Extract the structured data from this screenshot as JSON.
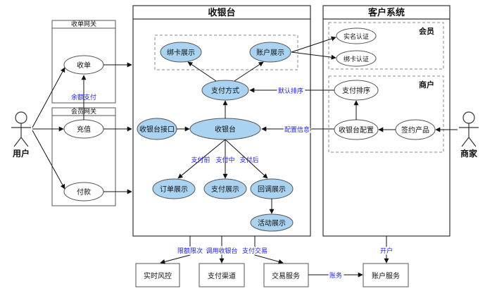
{
  "user": {
    "label": "用户"
  },
  "merchant": {
    "label": "商家"
  },
  "gateways": {
    "order": {
      "title": "收单网关",
      "node": "收单"
    },
    "member": {
      "title": "会员网关",
      "node": "充值"
    },
    "payment_node": "付款",
    "balance_pay": "余额支付"
  },
  "cashier": {
    "title": "收银台",
    "bind_card_display": "绑卡展示",
    "account_display": "账户展示",
    "payment_method": "支付方式",
    "cashier_node": "收银台",
    "cashier_interface": "收银台接口",
    "before_pay": "支付前",
    "during_pay": "支付中",
    "after_pay": "支付后",
    "order_display": "订单展示",
    "payment_display": "支付展示",
    "callback_display": "回调展示",
    "activity_display": "活动展示"
  },
  "customer_system": {
    "title": "客户系统",
    "member": {
      "title": "会员",
      "real_name_auth": "实名认证",
      "bind_card_auth": "绑卡认证"
    },
    "merchant": {
      "title": "商户",
      "payment_sort": "支付排序",
      "cashier_config": "收银台配置",
      "sign_product": "签约产品"
    }
  },
  "edge_labels": {
    "default_sort": "默认排序",
    "config_info": "配置信息",
    "limit": "限额限次",
    "call_cashier": "调用收银台",
    "pay_trade": "支付交易",
    "open_account": "开户",
    "ledger": "账务"
  },
  "services": {
    "risk_control": "实时风控",
    "pay_channel": "支付渠道",
    "trade_service": "交易服务",
    "account_service": "账户服务"
  },
  "colors": {
    "node_fill": "#a9d3f0",
    "node_stroke": "#555555",
    "edge_label": "#1a1aff"
  }
}
